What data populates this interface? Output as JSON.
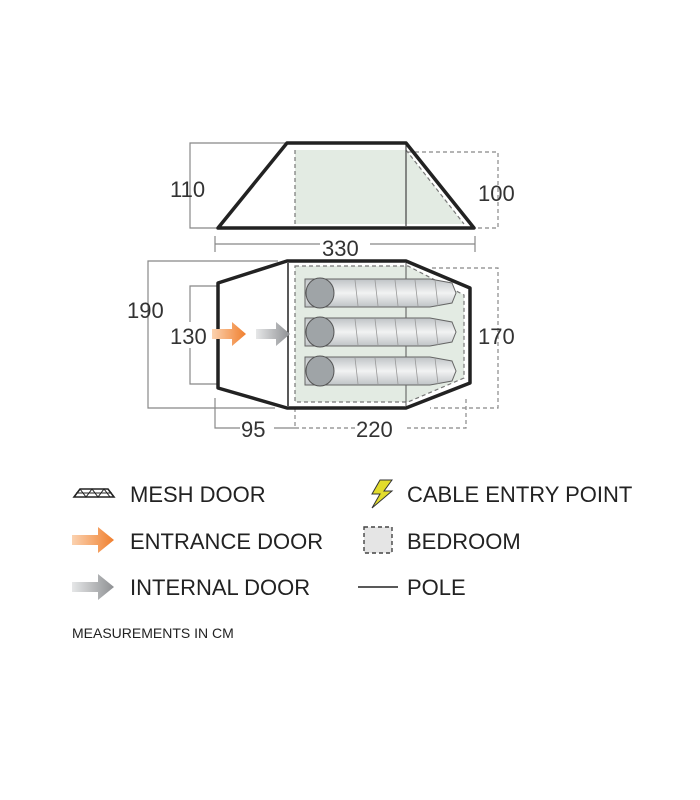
{
  "dimensions": {
    "height_outer": "110",
    "height_inner": "100",
    "length_total": "330",
    "width_outer": "190",
    "door_width": "130",
    "width_inner": "170",
    "porch_depth": "95",
    "bedroom_length": "220"
  },
  "legend": {
    "mesh_door": "MESH DOOR",
    "entrance_door": "ENTRANCE DOOR",
    "internal_door": "INTERNAL DOOR",
    "cable_entry_point": "CABLE ENTRY POINT",
    "bedroom": "BEDROOM",
    "pole": "POLE"
  },
  "note": "MEASUREMENTS IN CM",
  "colors": {
    "outline": "#222222",
    "dimension_line": "#888888",
    "bedroom_fill": "#e3ebe3",
    "entrance_arrow": "#f07f2e",
    "internal_arrow": "#8e9093",
    "cable_icon": "#e2dc2c",
    "sleeping_bag": "#e8eaea"
  }
}
